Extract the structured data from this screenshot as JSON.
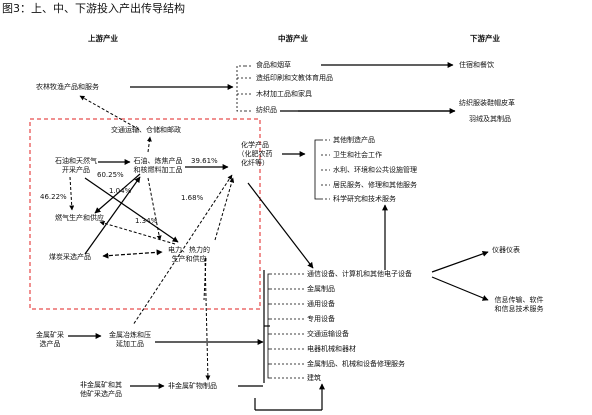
{
  "title": "图3：上、中、下游投入产出传导结构",
  "headers": {
    "upstream": "上游产业",
    "midstream": "中游产业",
    "downstream": "下游产业"
  },
  "nodes": {
    "agri": "农林牧渔产品和服务",
    "transport_top": "交通运输、仓储和邮政",
    "oil_gas": [
      "石油和天然气",
      "开采产品"
    ],
    "refine": [
      "石油、炼焦产品",
      "和核燃料加工品"
    ],
    "gas_supply": "燃气生产和供应",
    "coal": "煤炭采选产品",
    "power": [
      "电力、热力的",
      "生产和供应"
    ],
    "metal_ore": [
      "金属矿采",
      "选产品"
    ],
    "metal_smelt": [
      "金属冶炼和压",
      "延加工品"
    ],
    "nonmetal_ore": [
      "非金属矿和其",
      "他矿采选产品"
    ],
    "nonmetal_prod": "非金属矿物制品",
    "chem": [
      "化学产品",
      "（化肥农药",
      "化纤等）"
    ]
  },
  "pct": {
    "p1": "60.25%",
    "p2": "39.61%",
    "p3": "46.22%",
    "p4": "1.04%",
    "p5": "1.68%",
    "p6": "1.34%"
  },
  "mid_agri_list": [
    "食品和烟草",
    "造纸印刷和文教体育用品",
    "木材加工品和家具",
    "纺织品"
  ],
  "down_agri": {
    "food": "住宿和餐饮",
    "textile": "纺织服装鞋帽皮革",
    "fur": "羽绒及其制品"
  },
  "chem_list": [
    "其他制造产品",
    "卫生和社会工作",
    "水利、环境和公共设施管理",
    "居民服务、修理和其他服务",
    "科学研究和技术服务"
  ],
  "equip_list": [
    "通信设备、计算机和其他电子设备",
    "金属制品",
    "通用设备",
    "专用设备",
    "交通运输设备",
    "电器机械和器材",
    "金属制品、机械和设备修理服务",
    "建筑"
  ],
  "down_equip": {
    "instrument": "仪器仪表",
    "info": [
      "信息传输、软件",
      "和信息技术服务"
    ]
  }
}
